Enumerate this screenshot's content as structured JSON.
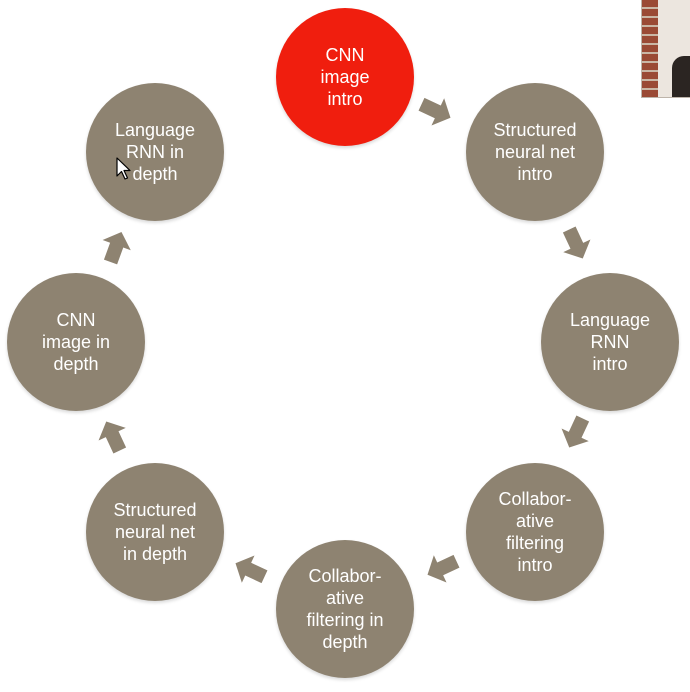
{
  "colors": {
    "active": "#f01e0e",
    "inactive": "#8e8371",
    "arrow": "#8e8371"
  },
  "cycle": [
    {
      "id": "cnn-image-intro",
      "label": "CNN\nimage\nintro",
      "state": "active"
    },
    {
      "id": "structured-neural-net-intro",
      "label": "Structured\nneural net\nintro",
      "state": "inactive"
    },
    {
      "id": "language-rnn-intro",
      "label": "Language\nRNN\nintro",
      "state": "inactive"
    },
    {
      "id": "collaborative-filtering-intro",
      "label": "Collabor-\native\nfiltering\nintro",
      "state": "inactive"
    },
    {
      "id": "collaborative-filtering-in-depth",
      "label": "Collabor-\native\nfiltering in\ndepth",
      "state": "inactive"
    },
    {
      "id": "structured-neural-net-in-depth",
      "label": "Structured\nneural net\nin depth",
      "state": "inactive"
    },
    {
      "id": "cnn-image-in-depth",
      "label": "CNN\nimage in\ndepth",
      "state": "inactive"
    },
    {
      "id": "language-rnn-in-depth",
      "label": "Language\nRNN in\ndepth",
      "state": "inactive"
    }
  ],
  "icons": {
    "arrow": "chevron-arrow-icon",
    "cursor": "mouse-pointer-icon"
  }
}
